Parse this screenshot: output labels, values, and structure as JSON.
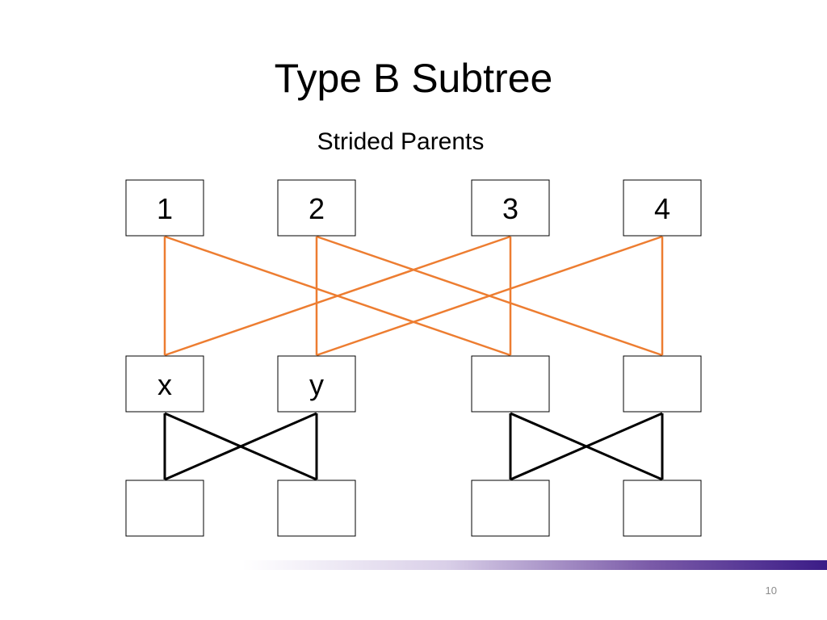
{
  "slide": {
    "title": "Type B Subtree",
    "subtitle": "Strided Parents",
    "page_number": "10"
  },
  "diagram": {
    "nodes": {
      "parents": [
        "1",
        "2",
        "3",
        "4"
      ],
      "middle": [
        "x",
        "y",
        "",
        ""
      ],
      "bottom": [
        "",
        "",
        "",
        ""
      ]
    },
    "edges": {
      "strided_parent_links": [
        {
          "from": "1",
          "to": "x"
        },
        {
          "from": "1",
          "to": "middle-3"
        },
        {
          "from": "2",
          "to": "y"
        },
        {
          "from": "2",
          "to": "middle-4"
        },
        {
          "from": "3",
          "to": "x"
        },
        {
          "from": "3",
          "to": "middle-3"
        },
        {
          "from": "4",
          "to": "y"
        },
        {
          "from": "4",
          "to": "middle-4"
        }
      ],
      "child_links": [
        {
          "from": "x",
          "to": "bottom-1"
        },
        {
          "from": "x",
          "to": "bottom-2"
        },
        {
          "from": "y",
          "to": "bottom-1"
        },
        {
          "from": "y",
          "to": "bottom-2"
        },
        {
          "from": "middle-3",
          "to": "bottom-3"
        },
        {
          "from": "middle-3",
          "to": "bottom-4"
        },
        {
          "from": "middle-4",
          "to": "bottom-3"
        },
        {
          "from": "middle-4",
          "to": "bottom-4"
        }
      ]
    },
    "colors": {
      "parent_edge": "#ED7D31",
      "child_edge": "#000000",
      "box_border": "#000000",
      "footer_gradient_end": "#3B1C87"
    }
  }
}
